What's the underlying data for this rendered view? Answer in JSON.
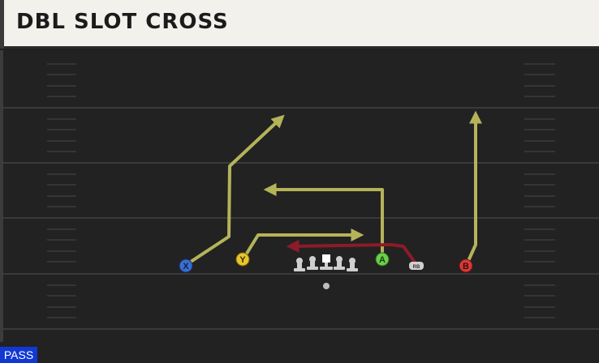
{
  "play": {
    "title": "DBL SLOT CROSS",
    "type_tag": "PASS"
  },
  "players": [
    {
      "id": "x",
      "label": "X",
      "color": "#3a6fd0"
    },
    {
      "id": "y",
      "label": "Y",
      "color": "#e8c62b"
    },
    {
      "id": "a",
      "label": "A",
      "color": "#6ccf4a"
    },
    {
      "id": "b",
      "label": "B",
      "color": "#d73a3a"
    },
    {
      "id": "rb",
      "label": "RB",
      "color": "#cfcfcf"
    }
  ],
  "colors": {
    "route": "#b5b35a",
    "block_route": "#8d1b2a",
    "line": "#3a3a3a",
    "hash": "#3a3a3a"
  }
}
